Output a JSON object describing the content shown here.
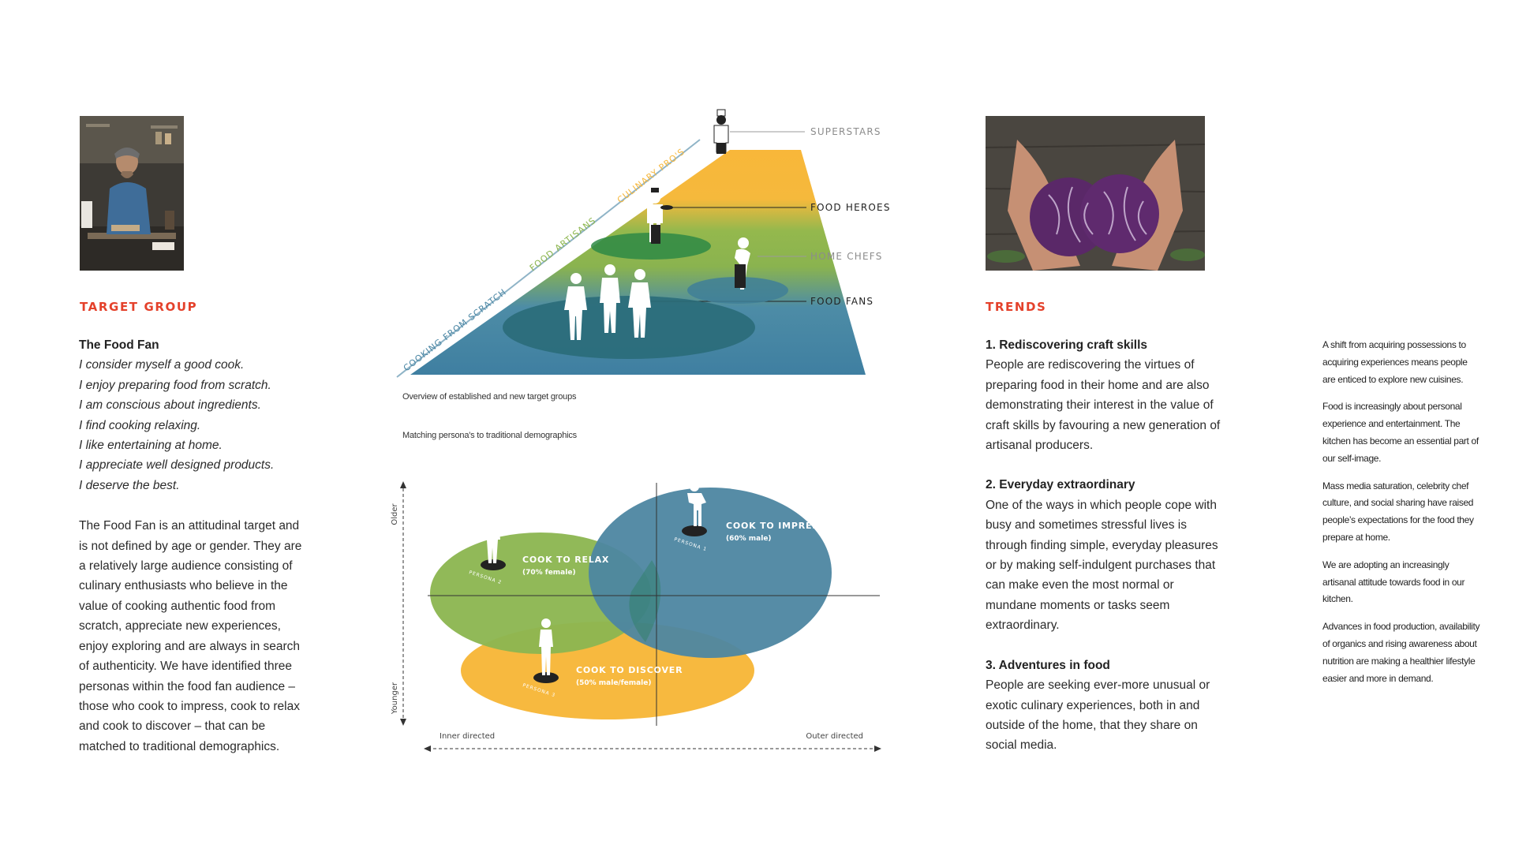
{
  "left": {
    "section_title": "TARGET GROUP",
    "heading": "The Food Fan",
    "statements": [
      "I consider myself a good cook.",
      "I enjoy preparing food from scratch.",
      "I am conscious about ingredients.",
      "I find cooking relaxing.",
      "I like entertaining at home.",
      "I appreciate well designed products.",
      "I deserve the best."
    ],
    "body": "The Food Fan is an attitudinal target and is not defined by age or gender.  They are a relatively large audience consisting of culinary enthusiasts who believe in the value of cooking authentic food from scratch, appreciate new experiences, enjoy exploring and are always in search of authenticity. We have identified three personas within the food fan audience – those who cook to impress, cook to relax and cook to discover – that can be matched to traditional demographics."
  },
  "pyramid": {
    "levels": [
      "SUPERSTARS",
      "FOOD HEROES",
      "HOME CHEFS",
      "FOOD FANS"
    ],
    "diagonal_labels": [
      "COOKING FROM SCRATCH",
      "FOOD ARTISANS",
      "CULINARY PRO'S"
    ],
    "caption": "Overview of established and new target groups",
    "colors": {
      "blue": "#4a86a4",
      "green": "#8bb54c",
      "yellow": "#f6b73c",
      "dark_teal": "#2c6b78"
    }
  },
  "matrix": {
    "caption": "Matching persona's to traditional demographics",
    "axis_top": "Older",
    "axis_bottom": "Younger",
    "axis_left": "Inner directed",
    "axis_right": "Outer directed",
    "personas": [
      {
        "title": "COOK TO IMPRESS",
        "sub": "(60% male)",
        "tag": "PERSONA 1",
        "color": "#4d86a1"
      },
      {
        "title": "COOK TO RELAX",
        "sub": "(70% female)",
        "tag": "PERSONA 2",
        "color": "#8db651"
      },
      {
        "title": "COOK TO DISCOVER",
        "sub": "(50% male/female)",
        "tag": "PERSONA 3",
        "color": "#f7b93f"
      }
    ]
  },
  "trends": {
    "section_title": "TRENDS",
    "items": [
      {
        "title": "1. Rediscovering craft skills",
        "body": "People are rediscovering the virtues of preparing food in their home and are also demonstrating their interest in the value of craft skills by favouring a new generation of artisanal producers."
      },
      {
        "title": "2. Everyday extraordinary",
        "body": "One of the ways in which people cope with busy and sometimes stressful lives is through finding simple, everyday pleasures or by making self-indulgent purchases that can make even the most normal or mundane moments or tasks seem extraordinary."
      },
      {
        "title": "3. Adventures in food",
        "body": "People are seeking ever-more unusual or exotic culinary experiences, both in and outside of the home, that they share on social media."
      }
    ]
  },
  "side_notes": [
    "A shift from acquiring possessions to acquiring experiences means people are enticed to explore new cuisines.",
    "Food is increasingly about personal experience and entertainment. The kitchen has become an essential part of our self-image.",
    "Mass media saturation, celebrity chef culture, and social sharing have raised people’s expectations for the food they prepare at home.",
    "We are adopting an increasingly artisanal attitude towards food in our kitchen.",
    "Advances in food production, availability of organics and rising awareness about nutrition are making a healthier lifestyle easier and more in demand."
  ]
}
